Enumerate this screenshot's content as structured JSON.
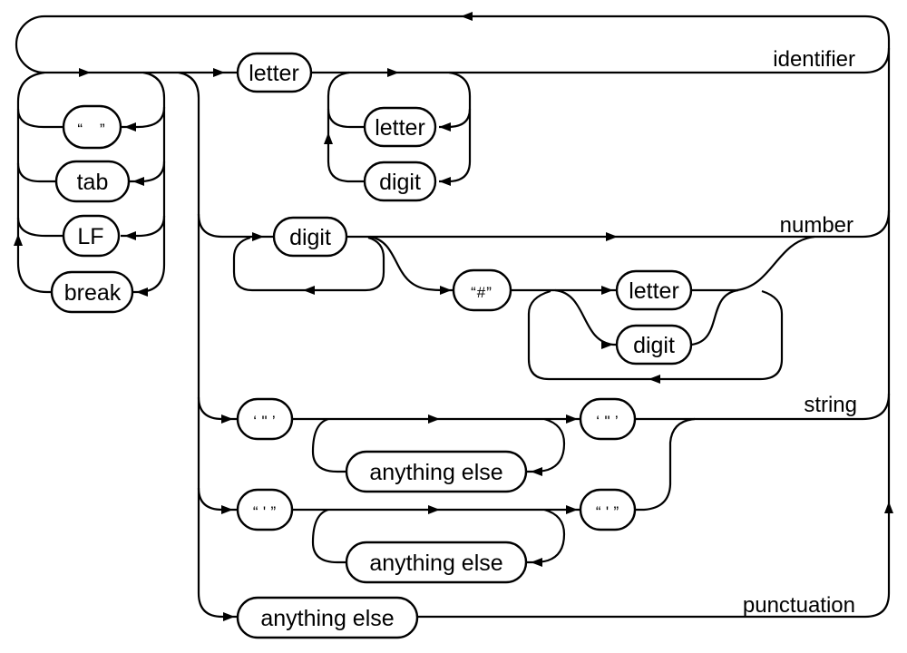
{
  "diagram": {
    "rule_labels": {
      "identifier": "identifier",
      "number": "number",
      "string": "string",
      "punctuation": "punctuation"
    },
    "nodes": {
      "space": "“ ”",
      "tab": "tab",
      "lf": "LF",
      "brk": "break",
      "letter": "letter",
      "digit": "digit",
      "hash": "“#”",
      "dquote": "‘ \" ’",
      "squote": "“ ' ”",
      "anything_else": "anything else"
    },
    "colors": {
      "line": "#000000",
      "background": "#ffffff"
    }
  }
}
